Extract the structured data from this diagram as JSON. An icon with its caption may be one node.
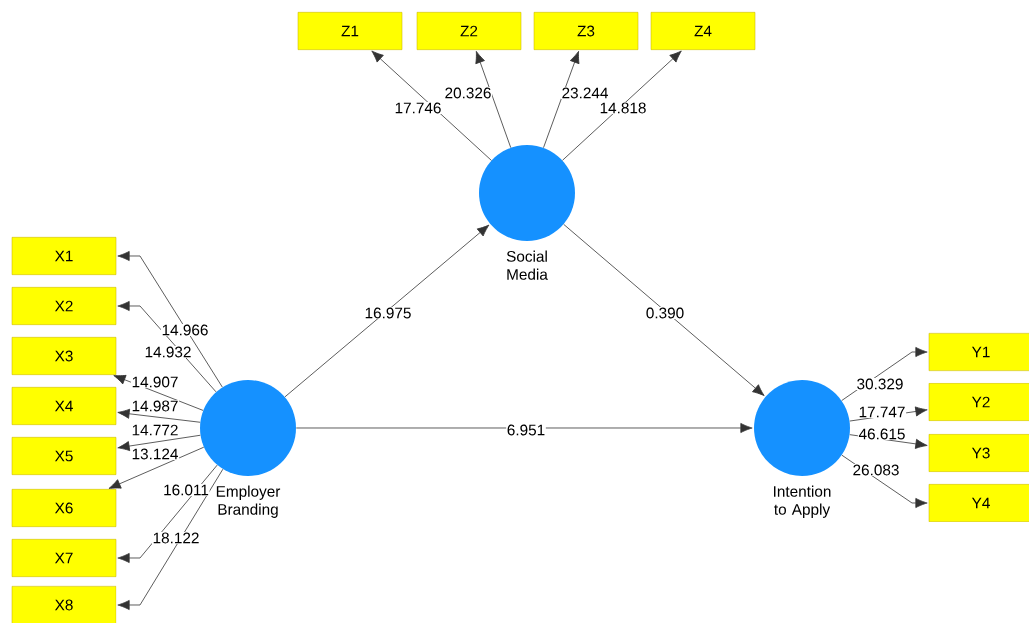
{
  "diagram": {
    "nodes": [
      {
        "text": [
          "Z1"
        ]
      },
      {
        "text": [
          "Z2"
        ]
      },
      {
        "text": [
          "Z3"
        ]
      },
      {
        "text": [
          "Z4"
        ]
      },
      {
        "text": [
          "Social Media"
        ]
      },
      {
        "text": [
          "X1"
        ]
      },
      {
        "text": [
          "X2"
        ]
      },
      {
        "text": [
          "X3"
        ]
      },
      {
        "text": [
          "X4"
        ]
      },
      {
        "text": [
          "X5"
        ]
      },
      {
        "text": [
          "X6"
        ]
      },
      {
        "text": [
          "X7"
        ]
      },
      {
        "text": [
          "X8"
        ]
      },
      {
        "text": [
          "Employer Branding"
        ]
      },
      {
        "text": [
          "Intention to Apply"
        ]
      },
      {
        "text": [
          "Y1"
        ]
      },
      {
        "text": [
          "Y2"
        ]
      },
      {
        "text": [
          "Y3"
        ]
      },
      {
        "text": [
          "Y4"
        ]
      }
    ],
    "edges": [
      {
        "from": 4,
        "to": 0,
        "arrow": "to",
        "label": "17.746"
      },
      {
        "from": 4,
        "to": 1,
        "arrow": "to",
        "label": "20.326"
      },
      {
        "from": 4,
        "to": 2,
        "arrow": "to",
        "label": "23.244"
      },
      {
        "from": 4,
        "to": 3,
        "arrow": "to",
        "label": "14.818"
      },
      {
        "from": 13,
        "to": 5,
        "arrow": "to",
        "label": "14.966"
      },
      {
        "from": 13,
        "to": 6,
        "arrow": "to",
        "label": "14.932"
      },
      {
        "from": 13,
        "to": 7,
        "arrow": "to",
        "label": "14.907"
      },
      {
        "from": 13,
        "to": 8,
        "arrow": "to",
        "label": "14.987"
      },
      {
        "from": 13,
        "to": 9,
        "arrow": "to",
        "label": "14.772"
      },
      {
        "from": 13,
        "to": 10,
        "arrow": "to",
        "label": "13.124"
      },
      {
        "from": 13,
        "to": 11,
        "arrow": "to",
        "label": "16.011"
      },
      {
        "from": 13,
        "to": 12,
        "arrow": "to",
        "label": "18.122"
      },
      {
        "from": 14,
        "to": 15,
        "arrow": "to",
        "label": "30.329"
      },
      {
        "from": 14,
        "to": 16,
        "arrow": "to",
        "label": "17.747"
      },
      {
        "from": 14,
        "to": 17,
        "arrow": "to",
        "label": "46.615"
      },
      {
        "from": 14,
        "to": 18,
        "arrow": "to",
        "label": "26.083"
      },
      {
        "from": 13,
        "to": 4,
        "arrow": "to",
        "label": "16.975"
      },
      {
        "from": 4,
        "to": 14,
        "arrow": "to",
        "label": "0.390"
      },
      {
        "from": 13,
        "to": 14,
        "arrow": "to",
        "label": "6.951"
      }
    ]
  }
}
